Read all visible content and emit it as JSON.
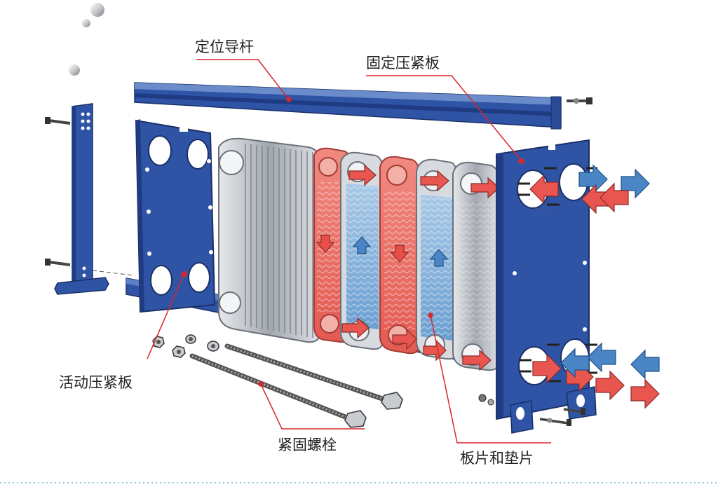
{
  "labels": {
    "guide_bar": "定位导杆",
    "fixed_plate": "固定压紧板",
    "movable_plate": "活动压紧板",
    "tie_bolts": "紧固螺栓",
    "plates_gaskets": "板片和垫片"
  },
  "colors": {
    "frame_blue": "#2f54a6",
    "frame_dark": "#1f3b82",
    "hot_red": "#e9564f",
    "cold_blue": "#4a86c6",
    "leader_red": "#d9262a",
    "steel_gray": "#a9aeb6",
    "dotted_rule": "#8fc6e2"
  }
}
